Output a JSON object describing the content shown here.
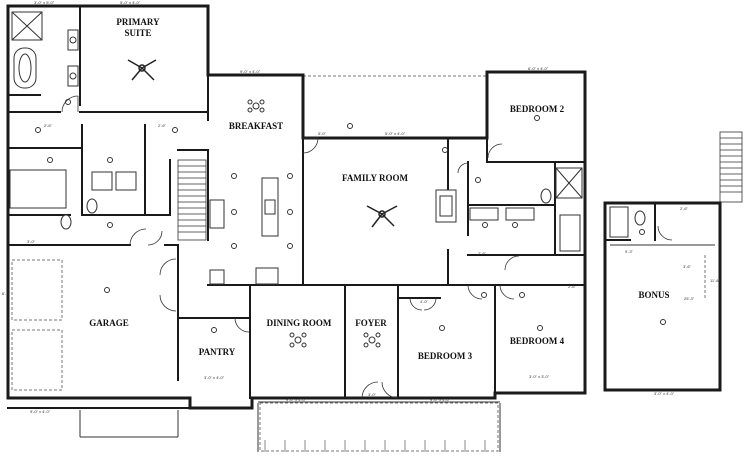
{
  "rooms": {
    "primary_suite_1": "PRIMARY",
    "primary_suite_2": "SUITE",
    "breakfast": "BREAKFAST",
    "family_room": "FAMILY ROOM",
    "bedroom_2": "BEDROOM 2",
    "bedroom_3": "BEDROOM 3",
    "bedroom_4": "BEDROOM 4",
    "garage": "GARAGE",
    "pantry": "PANTRY",
    "dining_room": "DINING ROOM",
    "foyer": "FOYER",
    "bonus": "BONUS"
  },
  "dimensions": {
    "d_top_left": "3'-0\" x 5'-0\"",
    "d_top_suite": "5'-0\" x 4'-0\"",
    "d_breakfast_top": "9'-0\" x 4'-0\"",
    "d_family_top": "5'-0\" x 4'-0\"",
    "d_bed2_top": "6'-0\" x 4'-0\"",
    "d_family_door": "5'-0\"",
    "d_closet_1": "2'-6\"",
    "d_closet_2": "2'-6\"",
    "d_garage_door": "3'-0\"",
    "d_garage_side": "6'-0\"",
    "d_garage_bottom": "9'-0\" x 4'-0\"",
    "d_pantry_bottom": "3'-0\" x 4'-0\"",
    "d_dining_bottom": "9'-0\" x 4'-0\"",
    "d_foyer_door": "3'-0\"",
    "d_bed3_bottom": "9'-0\" x 4'-0\"",
    "d_bed4_bottom": "3'-0\" x 3'-0\"",
    "d_bed3_closet": "4'-0\"",
    "d_bonus_1": "9'-3\"",
    "d_bonus_2": "3'-6\"",
    "d_bonus_3": "11'-8\"",
    "d_bonus_4": "25'-3\"",
    "d_bonus_bottom": "3'-0\" x 4'-0\"",
    "d_bonus_top": "2'-6\"",
    "d_hall_1": "2'-6\"",
    "d_hall_2": "2'-6\""
  }
}
